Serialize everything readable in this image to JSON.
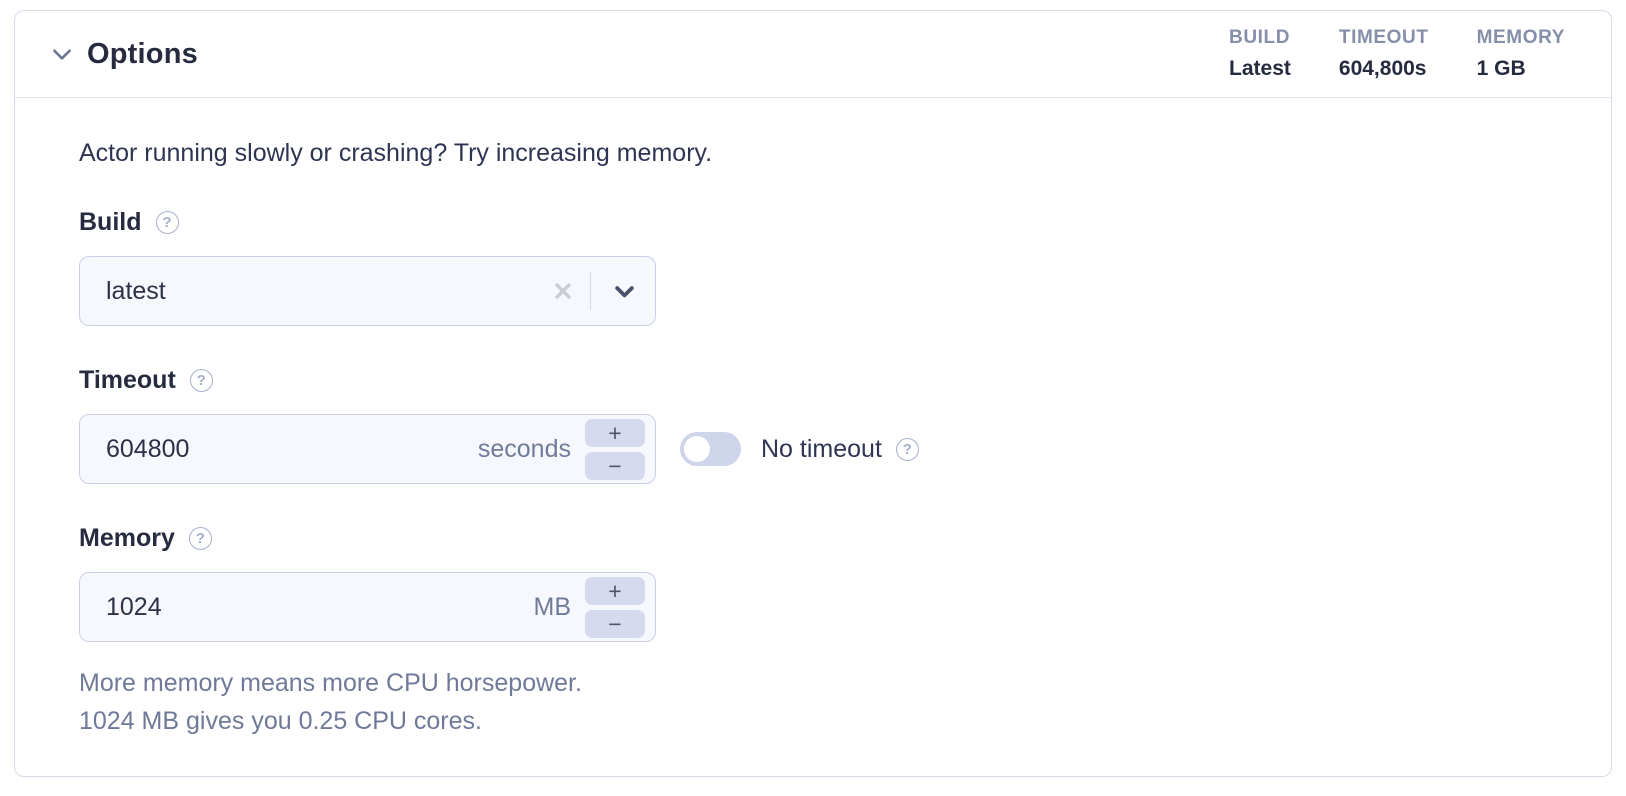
{
  "header": {
    "title": "Options",
    "summary": [
      {
        "label": "BUILD",
        "value": "Latest"
      },
      {
        "label": "TIMEOUT",
        "value": "604,800s"
      },
      {
        "label": "MEMORY",
        "value": "1 GB"
      }
    ]
  },
  "body": {
    "intro": "Actor running slowly or crashing? Try increasing memory.",
    "build": {
      "label": "Build",
      "value": "latest"
    },
    "timeout": {
      "label": "Timeout",
      "value": "604800",
      "unit": "seconds",
      "toggle_label": "No timeout"
    },
    "memory": {
      "label": "Memory",
      "value": "1024",
      "unit": "MB",
      "help_line1": "More memory means more CPU horsepower.",
      "help_line2": "1024 MB gives you 0.25 CPU cores."
    },
    "stepper": {
      "increment": "+",
      "decrement": "−"
    }
  },
  "colors": {
    "accent_dark": "#262b3f",
    "muted_slate": "#858fa9",
    "input_background": "#f7f8fd",
    "input_border": "#c9d0e6",
    "stepper_background": "#d6daee",
    "toggle_track": "#ced4ea"
  }
}
